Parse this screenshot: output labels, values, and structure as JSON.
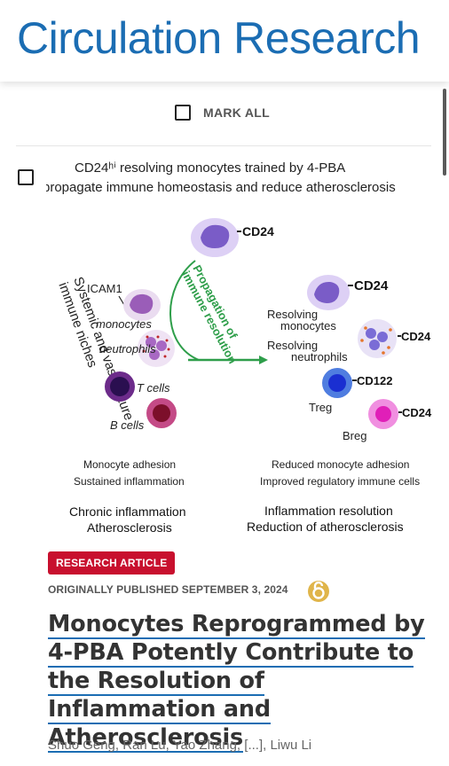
{
  "header": {
    "journal_name": "Circulation Research"
  },
  "toolbar": {
    "mark_all_label": "MARK ALL"
  },
  "figure": {
    "title_line1": "CD24ʰⁱ resolving monocytes trained by 4-PBA",
    "title_line2": "propagate immune homeostasis and reduce atherosclerosis",
    "top_cell_label": "CD24",
    "propagation_line1": "Propagation of",
    "propagation_line2": "immune resolution",
    "left_side_line1": "Systemic and vasculature",
    "left_side_line2": "immune niches",
    "left_labels": {
      "icam1": "ICAM1",
      "monocytes": "monocytes",
      "neutrophils": "neutrophils",
      "t_cells": "T cells",
      "b_cells": "B cells"
    },
    "right_labels": {
      "cd24_a": "CD24",
      "resolving_monocytes_1": "Resolving",
      "resolving_monocytes_2": "monocytes",
      "cd24_b": "CD24",
      "resolving_neutrophils_1": "Resolving",
      "resolving_neutrophils_2": "neutrophils",
      "cd122": "CD122",
      "treg": "Treg",
      "breg": "Breg",
      "cd24_c": "CD24"
    },
    "left_caption_1": "Monocyte adhesion",
    "left_caption_2": "Sustained inflammation",
    "right_caption_1": "Reduced monocyte adhesion",
    "right_caption_2": "Improved regulatory immune cells",
    "left_outcome_1": "Chronic inflammation",
    "left_outcome_2": "Atherosclerosis",
    "right_outcome_1": "Inflammation resolution",
    "right_outcome_2": "Reduction of atherosclerosis"
  },
  "article": {
    "type_badge": "RESEARCH ARTICLE",
    "published": "ORIGINALLY PUBLISHED SEPTEMBER 3, 2024",
    "open_access_icon": "open-access-icon",
    "title": "Monocytes Reprogrammed by 4-PBA Potently Contribute to the Resolution of Inflammation and Atherosclerosis",
    "authors": "Shuo Geng, Ran Lu, Yao Zhang, [...], Liwu Li"
  },
  "colors": {
    "brand_blue": "#1b6db3",
    "badge_red": "#c8102e",
    "arrow_green": "#2e9e4a",
    "cell_purple": "#7a5cc7",
    "cell_pink": "#d64fb0"
  }
}
